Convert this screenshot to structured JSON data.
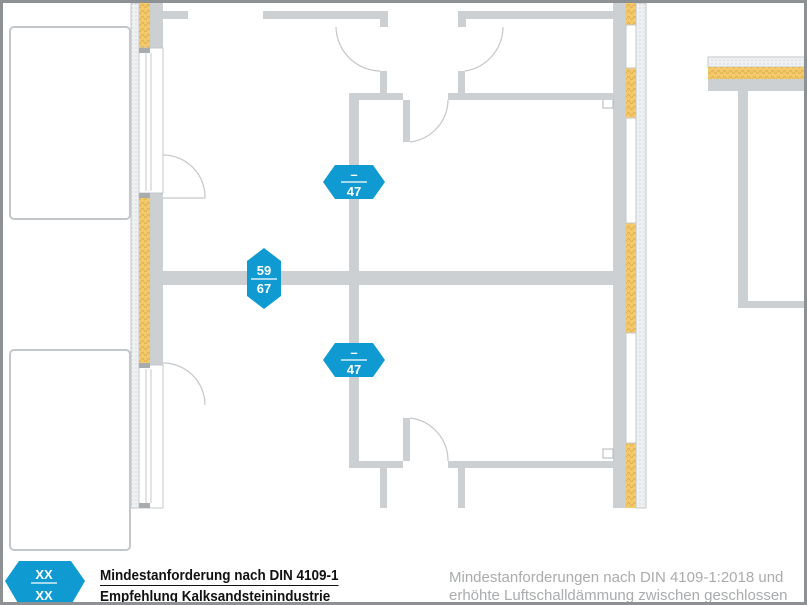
{
  "badges": [
    {
      "top": "–",
      "bottom": "47"
    },
    {
      "top": "59",
      "bottom": "67"
    },
    {
      "top": "–",
      "bottom": "47"
    }
  ],
  "legend": {
    "badge_top": "XX",
    "badge_bottom": "XX",
    "line1": "Mindestanforderung nach DIN 4109-1",
    "line2": "Empfehlung Kalksandsteinindustrie",
    "note1": "Mindestanforderungen nach DIN 4109-1:2018 und",
    "note2": "erhöhte Luftschalldämmung zwischen geschlossen"
  },
  "colors": {
    "badge": "#0f9bd2",
    "wall": "#ccd0d3",
    "insulation": "#f3c96b",
    "frame": "#8e9194"
  }
}
